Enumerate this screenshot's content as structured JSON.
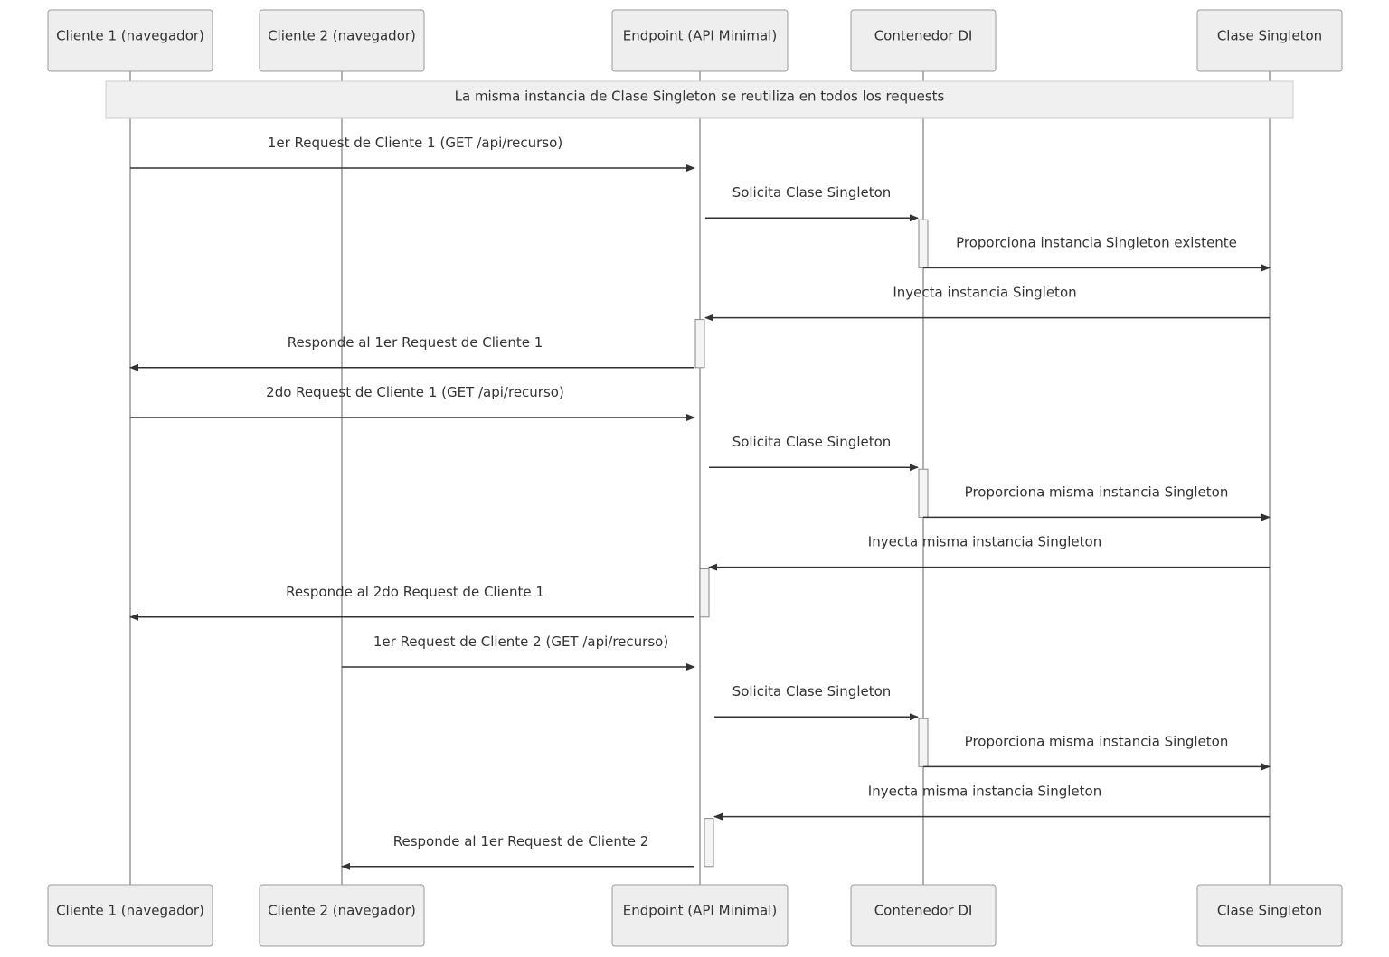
{
  "participants": [
    {
      "id": "c1",
      "label": "Cliente 1 (navegador)"
    },
    {
      "id": "c2",
      "label": "Cliente 2 (navegador)"
    },
    {
      "id": "ep",
      "label": "Endpoint (API Minimal)"
    },
    {
      "id": "di",
      "label": "Contenedor DI"
    },
    {
      "id": "sg",
      "label": "Clase Singleton"
    }
  ],
  "note": {
    "text": "La misma instancia de Clase Singleton se reutiliza en todos los requests",
    "over": [
      "c1",
      "sg"
    ]
  },
  "messages": [
    {
      "from": "c1",
      "to": "ep",
      "label": "1er Request de Cliente 1 (GET /api/recurso)"
    },
    {
      "from": "ep",
      "to": "di",
      "label": "Solicita Clase Singleton"
    },
    {
      "from": "di",
      "to": "sg",
      "label": "Proporciona instancia Singleton existente"
    },
    {
      "from": "sg",
      "to": "ep",
      "label": "Inyecta instancia Singleton"
    },
    {
      "from": "ep",
      "to": "c1",
      "label": "Responde al 1er Request de Cliente 1"
    },
    {
      "from": "c1",
      "to": "ep",
      "label": "2do Request de Cliente 1 (GET /api/recurso)"
    },
    {
      "from": "ep",
      "to": "di",
      "label": "Solicita Clase Singleton"
    },
    {
      "from": "di",
      "to": "sg",
      "label": "Proporciona misma instancia Singleton"
    },
    {
      "from": "sg",
      "to": "ep",
      "label": "Inyecta misma instancia Singleton"
    },
    {
      "from": "ep",
      "to": "c1",
      "label": "Responde al 2do Request de Cliente 1"
    },
    {
      "from": "c2",
      "to": "ep",
      "label": "1er Request de Cliente 2 (GET /api/recurso)"
    },
    {
      "from": "ep",
      "to": "di",
      "label": "Solicita Clase Singleton"
    },
    {
      "from": "di",
      "to": "sg",
      "label": "Proporciona misma instancia Singleton"
    },
    {
      "from": "sg",
      "to": "ep",
      "label": "Inyecta misma instancia Singleton"
    },
    {
      "from": "ep",
      "to": "c2",
      "label": "Responde al 1er Request de Cliente 2"
    }
  ],
  "activations": [
    {
      "participant": "di",
      "from_message": 2,
      "to_message": 3
    },
    {
      "participant": "ep",
      "from_message": 4,
      "to_message": 5
    },
    {
      "participant": "di",
      "from_message": 7,
      "to_message": 8
    },
    {
      "participant": "ep",
      "from_message": 9,
      "to_message": 10
    },
    {
      "participant": "di",
      "from_message": 12,
      "to_message": 13
    },
    {
      "participant": "ep",
      "from_message": 14,
      "to_message": 15
    }
  ]
}
